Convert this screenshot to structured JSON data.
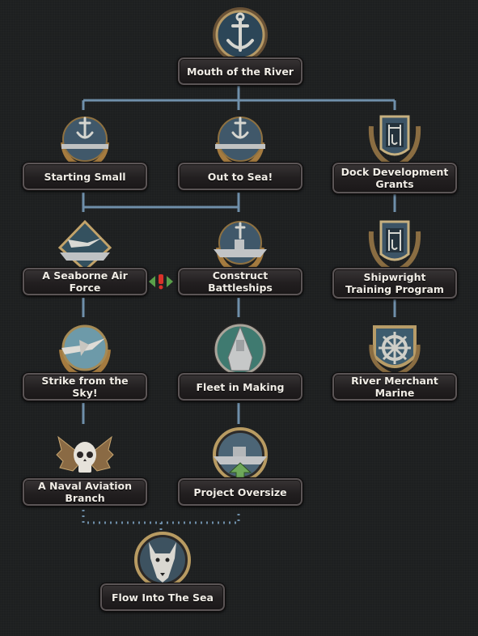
{
  "focus_tree": {
    "nodes": [
      {
        "id": "mouth_of_the_river",
        "label": "Mouth of the River",
        "icon": "anchor-wreath-icon"
      },
      {
        "id": "starting_small",
        "label": "Starting Small",
        "icon": "anchor-laurel-icon"
      },
      {
        "id": "out_to_sea",
        "label": "Out to Sea!",
        "icon": "anchor-laurel-icon"
      },
      {
        "id": "dock_development_grants",
        "label": "Dock Development Grants",
        "icon": "dock-crane-icon"
      },
      {
        "id": "seaborne_air_force",
        "label": "A Seaborne Air Force",
        "icon": "carrier-icon"
      },
      {
        "id": "construct_battleships",
        "label": "Construct Battleships",
        "icon": "battleship-icon"
      },
      {
        "id": "shipwright_training_program",
        "label": "Shipwright Training Program",
        "icon": "dock-crane-icon"
      },
      {
        "id": "strike_from_the_sky",
        "label": "Strike from the Sky!",
        "icon": "plane-laurel-icon"
      },
      {
        "id": "fleet_in_making",
        "label": "Fleet in Making",
        "icon": "ship-bow-icon"
      },
      {
        "id": "river_merchant_marine",
        "label": "River Merchant Marine",
        "icon": "ship-wheel-icon"
      },
      {
        "id": "naval_aviation_branch",
        "label": "A Naval Aviation Branch",
        "icon": "winged-skull-icon"
      },
      {
        "id": "project_oversize",
        "label": "Project Oversize",
        "icon": "battleship-upgrade-icon"
      },
      {
        "id": "flow_into_the_sea",
        "label": "Flow Into The Sea",
        "icon": "wolf-icon"
      }
    ],
    "exclusive_marker": {
      "between": [
        "seaborne_air_force",
        "construct_battleships"
      ],
      "symbol": "!",
      "icon": "mutually-exclusive-icon"
    }
  }
}
